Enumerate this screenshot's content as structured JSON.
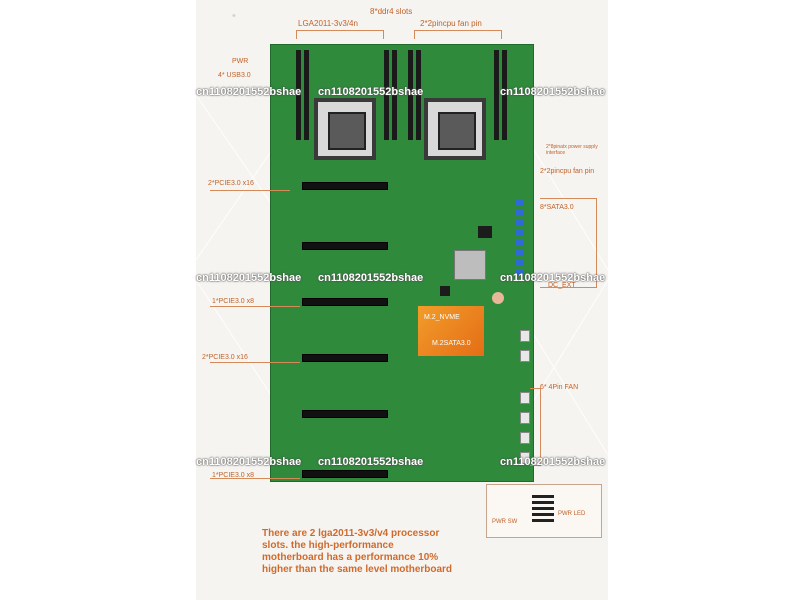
{
  "labels": {
    "ddr4": "8*ddr4 slots",
    "lga": "LGA2011-3v3/4n",
    "fan_top": "2*2pincpu fan pin",
    "pwr": "PWR",
    "usb": "4* USB3.0",
    "pcie_x16_top": "2*PCIE3.0 x16",
    "pcie_x8": "1*PCIE3.0 x8",
    "pcie_x16_mid": "2*PCIE3.0 x16",
    "pcie_x8_bottom": "1*PCIE3.0 x8",
    "power_supply": "2*8pinatx power supply interface",
    "fan_right": "2*2pincpu fan pin",
    "sata": "8*SATA3.0",
    "dc_ext": "DC_EXT",
    "fan_4pin": "6* 4Pin FAN",
    "m2_nvme": "M.2_NVME",
    "m2_sata": "M.2SATA3.0",
    "pwr_led": "PWR LED",
    "pwr_sw": "PWR SW",
    "corner_ghost": "•"
  },
  "description": [
    "There are 2 lga2011-3v3/v4 processor",
    "slots. the high-performance",
    "motherboard has a performance 10%",
    "higher than the same level motherboard"
  ],
  "watermarks": [
    "cn1108201552bshae",
    "cn1108201552bshae",
    "cn1108201552bshae",
    "cn1108201552bshae",
    "cn1108201552bshae",
    "cn1108201552bshae",
    "cn1108201552bshae",
    "cn1108201552bshae",
    "cn1108201552bshae"
  ],
  "colors": {
    "board": "#2f8a3c",
    "label": "#c0622a",
    "sticker": "#f29d2a"
  }
}
